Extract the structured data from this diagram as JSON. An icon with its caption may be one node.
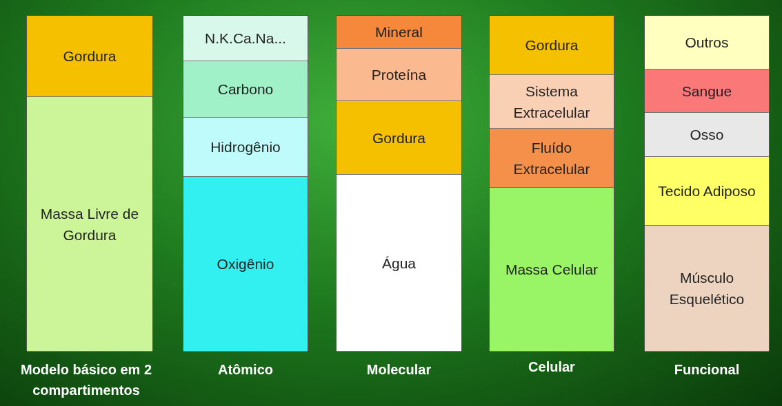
{
  "diagram": {
    "nodes": [
      {
        "text": [
          "Modelo básico em 2 compartimentos"
        ]
      },
      {
        "text": [
          "Gordura"
        ],
        "in": 0
      },
      {
        "text": [
          "Massa Livre de Gordura"
        ],
        "in": 0
      },
      {
        "text": [
          "Atômico"
        ]
      },
      {
        "text": [
          "N.K.Ca.Na..."
        ],
        "in": 3
      },
      {
        "text": [
          "Carbono"
        ],
        "in": 3
      },
      {
        "text": [
          "Hidrogênio"
        ],
        "in": 3
      },
      {
        "text": [
          "Oxigênio"
        ],
        "in": 3
      },
      {
        "text": [
          "Molecular"
        ]
      },
      {
        "text": [
          "Mineral"
        ],
        "in": 8
      },
      {
        "text": [
          "Proteína"
        ],
        "in": 8
      },
      {
        "text": [
          "Gordura"
        ],
        "in": 8
      },
      {
        "text": [
          "Água"
        ],
        "in": 8
      },
      {
        "text": [
          "Celular"
        ]
      },
      {
        "text": [
          "Gordura"
        ],
        "in": 13
      },
      {
        "text": [
          "Sistema Extracelular"
        ],
        "in": 13
      },
      {
        "text": [
          "Fluído Extracelular"
        ],
        "in": 13
      },
      {
        "text": [
          "Massa Celular"
        ],
        "in": 13
      },
      {
        "text": [
          "Funcional"
        ]
      },
      {
        "text": [
          "Outros"
        ],
        "in": 18
      },
      {
        "text": [
          "Sangue"
        ],
        "in": 18
      },
      {
        "text": [
          "Osso"
        ],
        "in": 18
      },
      {
        "text": [
          "Tecido Adiposo"
        ],
        "in": 18
      },
      {
        "text": [
          "Músculo Esquelético"
        ],
        "in": 18
      }
    ]
  }
}
